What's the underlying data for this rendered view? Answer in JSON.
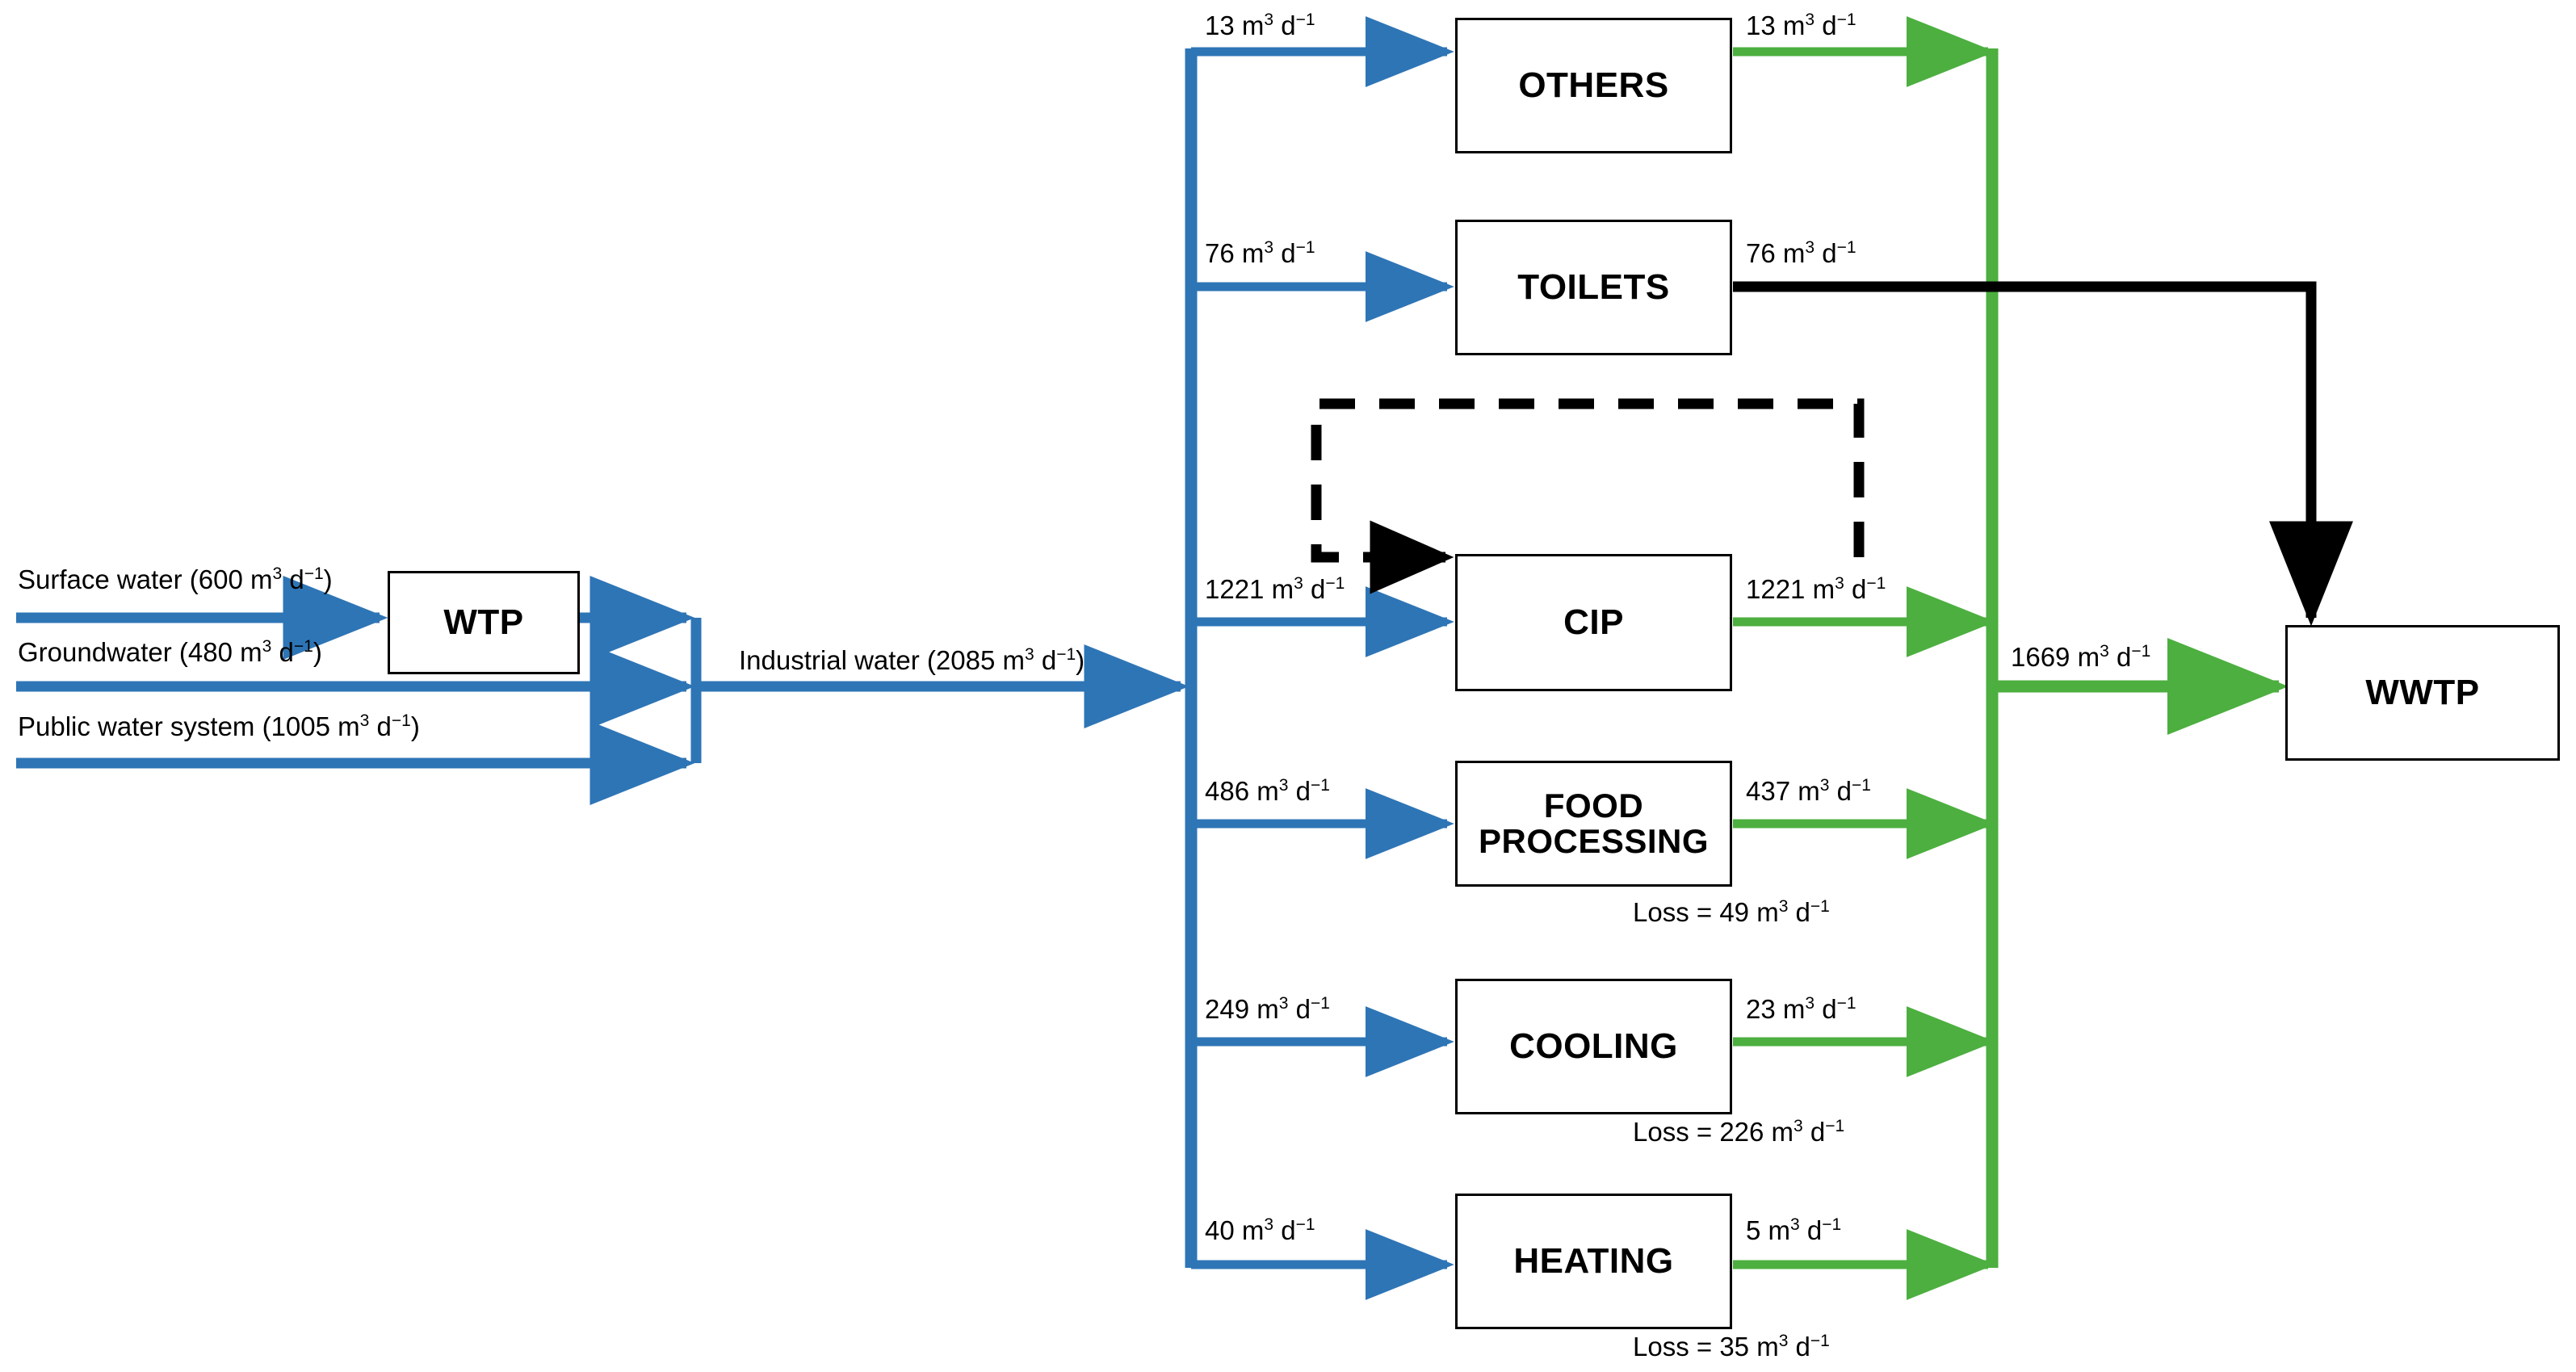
{
  "diagram": {
    "title": "Industrial water balance flow diagram",
    "colors": {
      "blue": "#2E75B6",
      "green": "#4CAF3F",
      "black": "#000000",
      "background": "#FFFFFF"
    },
    "unit": "m3 d-1",
    "unit_html_parts": {
      "m": "m",
      "cube": "3",
      "d": "d",
      "exp": "−1"
    }
  },
  "boxes": {
    "wtp": {
      "label": "WTP"
    },
    "others": {
      "label": "OTHERS"
    },
    "toilets": {
      "label": "TOILETS"
    },
    "cip": {
      "label": "CIP"
    },
    "food_processing": {
      "label_line1": "FOOD",
      "label_line2": "PROCESSING"
    },
    "cooling": {
      "label": "COOLING"
    },
    "heating": {
      "label": "HEATING"
    },
    "wwtp": {
      "label": "WWTP"
    }
  },
  "sources": [
    {
      "name": "surface-water",
      "text": "Surface water (600 m",
      "sup1": "3",
      "mid": " d",
      "sup2": "−1",
      "tail": ")"
    },
    {
      "name": "groundwater",
      "text": "Groundwater (480 m",
      "sup1": "3",
      "mid": " d",
      "sup2": "−1",
      "tail": ")"
    },
    {
      "name": "public-water-system",
      "text": "Public water system (1005 m",
      "sup1": "3",
      "mid": " d",
      "sup2": "−1",
      "tail": ")"
    }
  ],
  "labels": {
    "industrial_water": {
      "text": "Industrial water (2085 m",
      "sup1": "3",
      "mid": " d",
      "sup2": "−1",
      "tail": ")"
    },
    "in_others": {
      "value": "13",
      "unit": " m",
      "sup1": "3",
      "mid": " d",
      "sup2": "−1"
    },
    "out_others": {
      "value": "13",
      "unit": " m",
      "sup1": "3",
      "mid": " d",
      "sup2": "−1"
    },
    "in_toilets": {
      "value": "76",
      "unit": " m",
      "sup1": "3",
      "mid": " d",
      "sup2": "−1"
    },
    "out_toilets": {
      "value": "76",
      "unit": " m",
      "sup1": "3",
      "mid": " d",
      "sup2": "−1"
    },
    "in_cip": {
      "value": "1221",
      "unit": " m",
      "sup1": "3",
      "mid": " d",
      "sup2": "−1"
    },
    "out_cip": {
      "value": "1221",
      "unit": " m",
      "sup1": "3",
      "mid": " d",
      "sup2": "−1"
    },
    "in_food": {
      "value": "486",
      "unit": " m",
      "sup1": "3",
      "mid": " d",
      "sup2": "−1"
    },
    "out_food": {
      "value": "437",
      "unit": " m",
      "sup1": "3",
      "mid": " d",
      "sup2": "−1"
    },
    "loss_food": {
      "value": "Loss = 49",
      "unit": " m",
      "sup1": "3",
      "mid": " d",
      "sup2": "−1"
    },
    "in_cooling": {
      "value": "249",
      "unit": " m",
      "sup1": "3",
      "mid": " d",
      "sup2": "−1"
    },
    "out_cooling": {
      "value": "23",
      "unit": " m",
      "sup1": "3",
      "mid": " d",
      "sup2": "−1"
    },
    "loss_cooling": {
      "value": "Loss = 226",
      "unit": " m",
      "sup1": "3",
      "mid": " d",
      "sup2": "−1"
    },
    "in_heating": {
      "value": "40",
      "unit": " m",
      "sup1": "3",
      "mid": " d",
      "sup2": "−1"
    },
    "out_heating": {
      "value": "5",
      "unit": " m",
      "sup1": "3",
      "mid": " d",
      "sup2": "−1"
    },
    "loss_heating": {
      "value": "Loss = 35",
      "unit": " m",
      "sup1": "3",
      "mid": " d",
      "sup2": "−1"
    },
    "to_wwtp": {
      "value": "1669",
      "unit": " m",
      "sup1": "3",
      "mid": " d",
      "sup2": "−1"
    }
  },
  "chart_data": {
    "type": "diagram",
    "title": "Industrial water balance (Sankey-style block flow diagram)",
    "unit": "m^3 d^-1",
    "nodes": [
      {
        "id": "wtp",
        "label": "WTP"
      },
      {
        "id": "others",
        "label": "OTHERS"
      },
      {
        "id": "toilets",
        "label": "TOILETS"
      },
      {
        "id": "cip",
        "label": "CIP"
      },
      {
        "id": "food_processing",
        "label": "FOOD PROCESSING"
      },
      {
        "id": "cooling",
        "label": "COOLING"
      },
      {
        "id": "heating",
        "label": "HEATING"
      },
      {
        "id": "wwtp",
        "label": "WWTP"
      }
    ],
    "inputs": [
      {
        "source": "Surface water",
        "value": 600,
        "color": "blue"
      },
      {
        "source": "Groundwater",
        "value": 480,
        "color": "blue"
      },
      {
        "source": "Public water system",
        "value": 1005,
        "color": "blue"
      }
    ],
    "intermediate": [
      {
        "name": "Industrial water",
        "value": 2085,
        "color": "blue"
      }
    ],
    "supply_flows": [
      {
        "to": "others",
        "value": 13,
        "color": "blue"
      },
      {
        "to": "toilets",
        "value": 76,
        "color": "blue"
      },
      {
        "to": "cip",
        "value": 1221,
        "color": "blue"
      },
      {
        "to": "food_processing",
        "value": 486,
        "color": "blue"
      },
      {
        "to": "cooling",
        "value": 249,
        "color": "blue"
      },
      {
        "to": "heating",
        "value": 40,
        "color": "blue"
      }
    ],
    "return_flows": [
      {
        "from": "others",
        "value": 13,
        "color": "green"
      },
      {
        "from": "toilets",
        "value": 76,
        "color": "black"
      },
      {
        "from": "cip",
        "value": 1221,
        "color": "green"
      },
      {
        "from": "food_processing",
        "value": 437,
        "color": "green"
      },
      {
        "from": "cooling",
        "value": 23,
        "color": "green"
      },
      {
        "from": "heating",
        "value": 5,
        "color": "green"
      }
    ],
    "losses": [
      {
        "from": "food_processing",
        "value": 49
      },
      {
        "from": "cooling",
        "value": 226
      },
      {
        "from": "heating",
        "value": 35
      }
    ],
    "recycle_loop": {
      "node": "cip",
      "style": "dashed",
      "color": "black",
      "value": null
    },
    "to_wwtp_green": 1669,
    "to_wwtp_black": 76
  }
}
